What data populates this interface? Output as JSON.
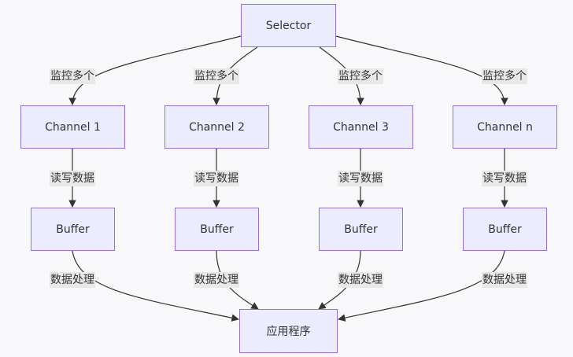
{
  "colors": {
    "background": "#f8f8fa",
    "node_fill": "#ececff",
    "node_border": "#9370db",
    "edge": "#333333",
    "label_bg": "#e8e8e8",
    "text": "#333333"
  },
  "nodes": {
    "selector": "Selector",
    "channels": [
      "Channel 1",
      "Channel 2",
      "Channel 3",
      "Channel n"
    ],
    "buffers": [
      "Buffer",
      "Buffer",
      "Buffer",
      "Buffer"
    ],
    "app": "应用程序"
  },
  "edge_labels": {
    "monitor": [
      "监控多个",
      "监控多个",
      "监控多个",
      "监控多个"
    ],
    "readwrite": [
      "读写数据",
      "读写数据",
      "读写数据",
      "读写数据"
    ],
    "process": [
      "数据处理",
      "数据处理",
      "数据处理",
      "数据处理"
    ]
  }
}
